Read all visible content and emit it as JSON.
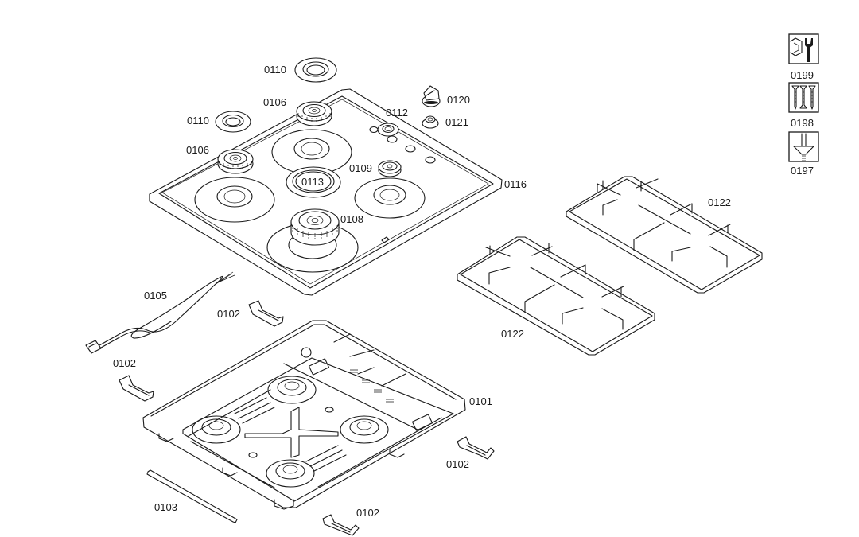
{
  "diagram": {
    "title": "Gas hob exploded parts diagram",
    "parts": {
      "grate_right": "0122",
      "grate_left": "0122",
      "hob_top": "0116",
      "burner_cap_top": "0110",
      "burner_cap_left": "0110",
      "burner_head_top": "0106",
      "burner_head_left": "0106",
      "burner_small": "0109",
      "burner_cap_center": "0113",
      "burner_large": "0108",
      "spark_plug": "0112",
      "knob": "0120",
      "knob_bezel": "0121",
      "power_cable": "0105",
      "clip_upper": "0102",
      "clip_left": "0102",
      "clip_right": "0102",
      "clip_bottom": "0102",
      "base_tray": "0101",
      "seal_strip": "0103"
    },
    "tools": [
      {
        "id": "0199",
        "icon": "wrench-nut-icon"
      },
      {
        "id": "0198",
        "icon": "screws-icon"
      },
      {
        "id": "0197",
        "icon": "screwdriver-icon"
      }
    ]
  }
}
